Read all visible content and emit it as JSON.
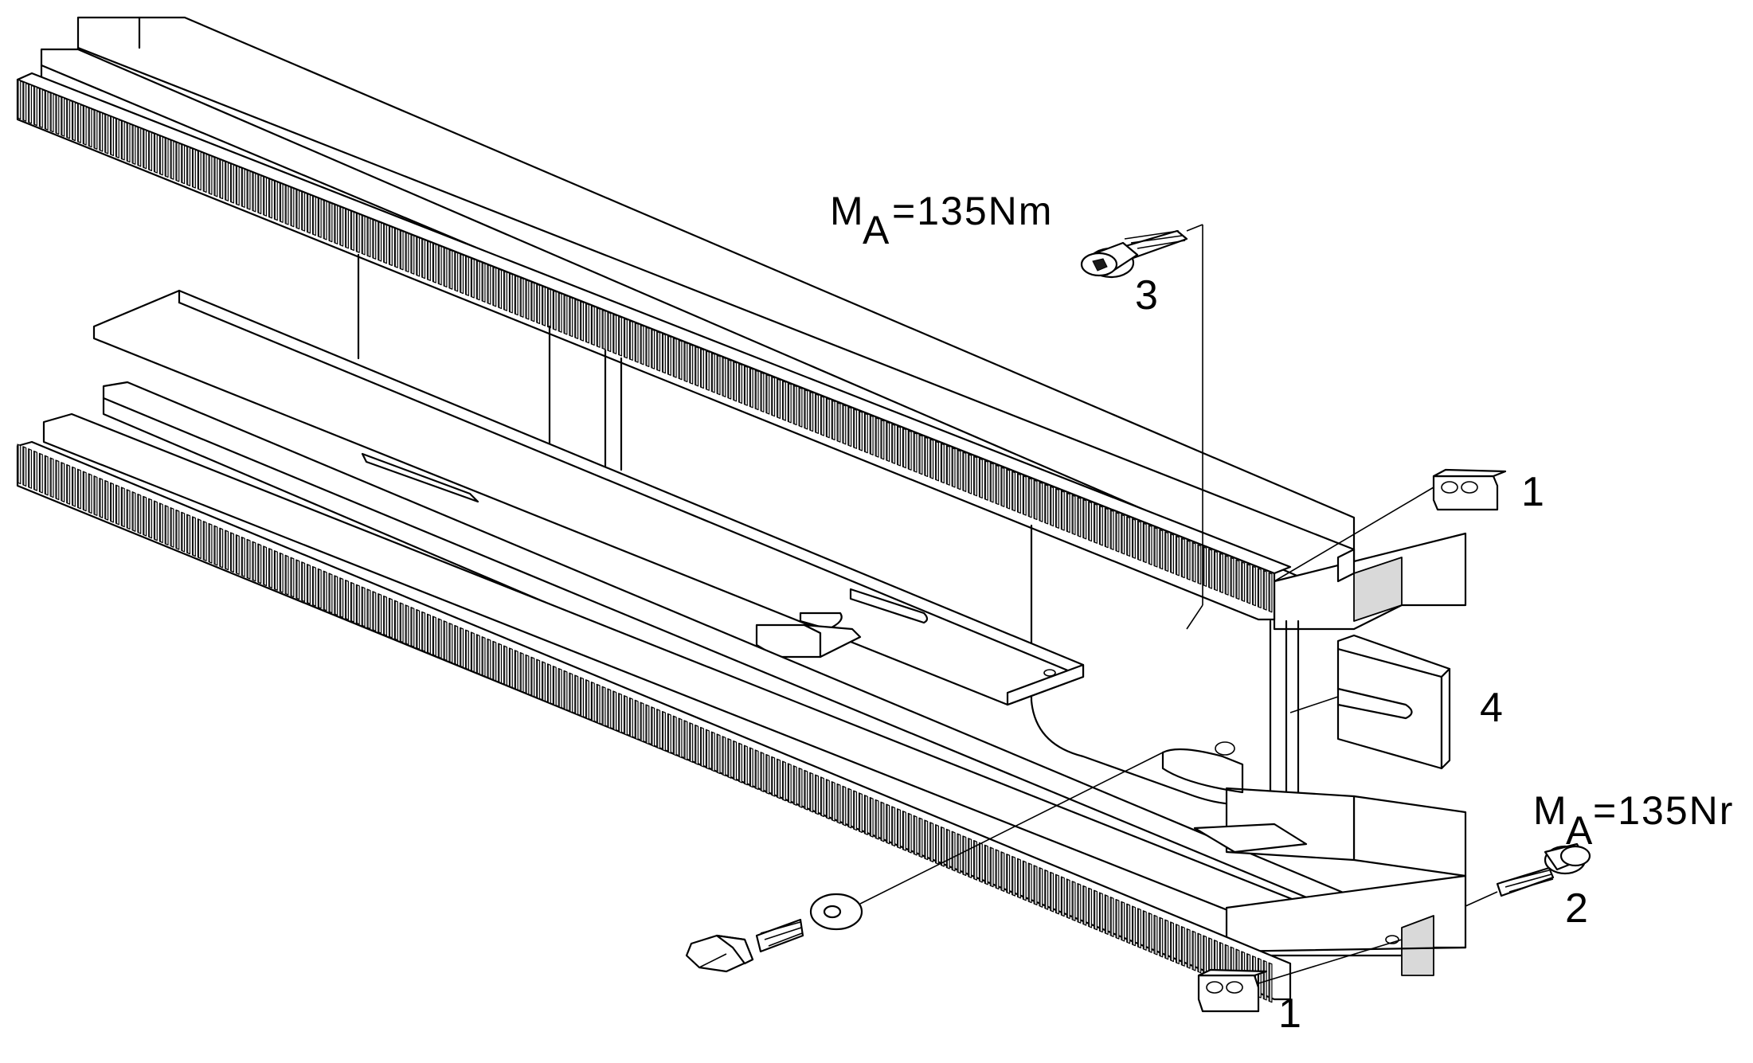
{
  "callouts": {
    "torque_top": {
      "main": "M",
      "sub": "A",
      "value": "=135Nm"
    },
    "torque_right": {
      "main": "M",
      "sub": "A",
      "value": "=135Nr"
    },
    "part_1_upper": "1",
    "part_1_lower": "1",
    "part_2": "2",
    "part_3": "3",
    "part_4": "4"
  }
}
